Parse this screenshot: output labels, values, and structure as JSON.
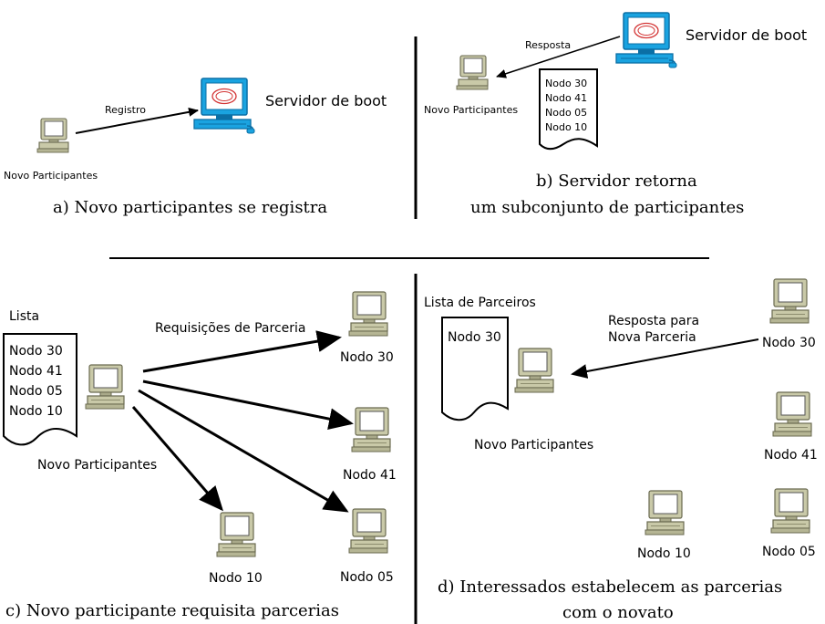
{
  "panels": {
    "a": {
      "caption": "a) Novo participantes se registra",
      "client_label": "Novo Participantes",
      "arrow_label": "Registro",
      "server_label": "Servidor de boot"
    },
    "b": {
      "caption_line1": "b) Servidor retorna",
      "caption_line2": "um subconjunto de participantes",
      "client_label": "Novo Participantes",
      "arrow_label": "Resposta",
      "server_label": "Servidor de boot",
      "list": [
        "Nodo 30",
        "Nodo 41",
        "Nodo 05",
        "Nodo 10"
      ]
    },
    "c": {
      "caption": "c) Novo participante requisita parcerias",
      "list_title": "Lista",
      "list": [
        "Nodo 30",
        "Nodo 41",
        "Nodo 05",
        "Nodo 10"
      ],
      "client_label": "Novo Participantes",
      "arrow_label": "Requisições de Parceria",
      "nodes": [
        "Nodo 30",
        "Nodo 41",
        "Nodo 10",
        "Nodo 05"
      ]
    },
    "d": {
      "caption_line1": "d) Interessados estabelecem as parcerias",
      "caption_line2": "com o novato",
      "list_title": "Lista de Parceiros",
      "list": [
        "Nodo 30"
      ],
      "client_label": "Novo Participantes",
      "arrow_label_line1": "Resposta para",
      "arrow_label_line2": "Nova Parceria",
      "nodes": [
        "Nodo 30",
        "Nodo 41",
        "Nodo 10",
        "Nodo 05"
      ]
    }
  },
  "colors": {
    "computer_body": "#c9c9a8",
    "computer_dark": "#8d8d6e",
    "screen": "#ffffff",
    "server_blue": "#1aa3e0",
    "server_dark": "#0b6fa5",
    "server_ring": "#d33333",
    "line": "#000000"
  }
}
